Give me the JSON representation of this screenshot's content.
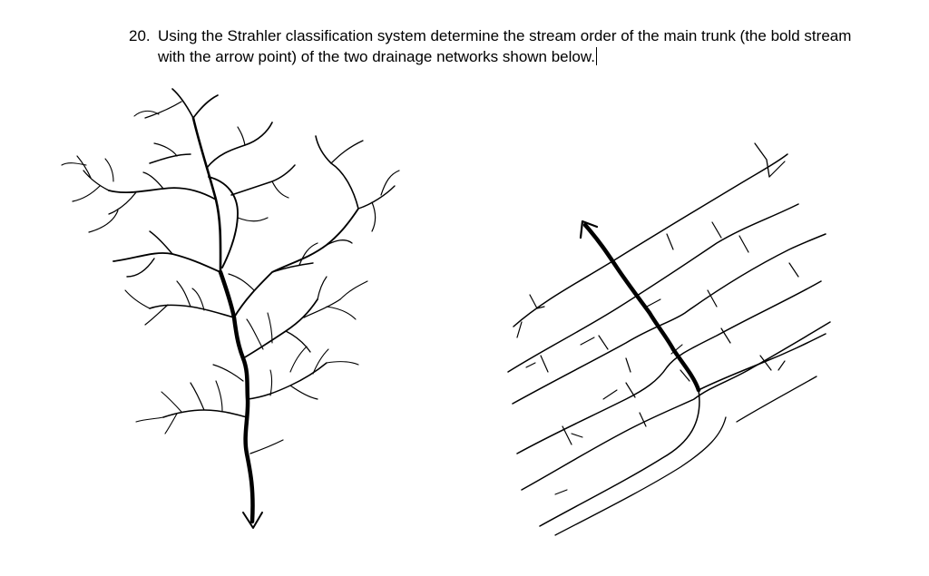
{
  "question": {
    "number": "20.",
    "text": "Using the Strahler classification system determine the stream order of the main trunk (the bold stream with the arrow point) of the two drainage networks shown below."
  },
  "figures": [
    {
      "name": "dendritic-drainage-network",
      "pattern": "dendritic",
      "trunk_arrow_direction": "down"
    },
    {
      "name": "trellis-drainage-network",
      "pattern": "trellis",
      "trunk_arrow_direction": "up-left"
    }
  ],
  "colors": {
    "ink": "#000000",
    "background": "#ffffff"
  }
}
